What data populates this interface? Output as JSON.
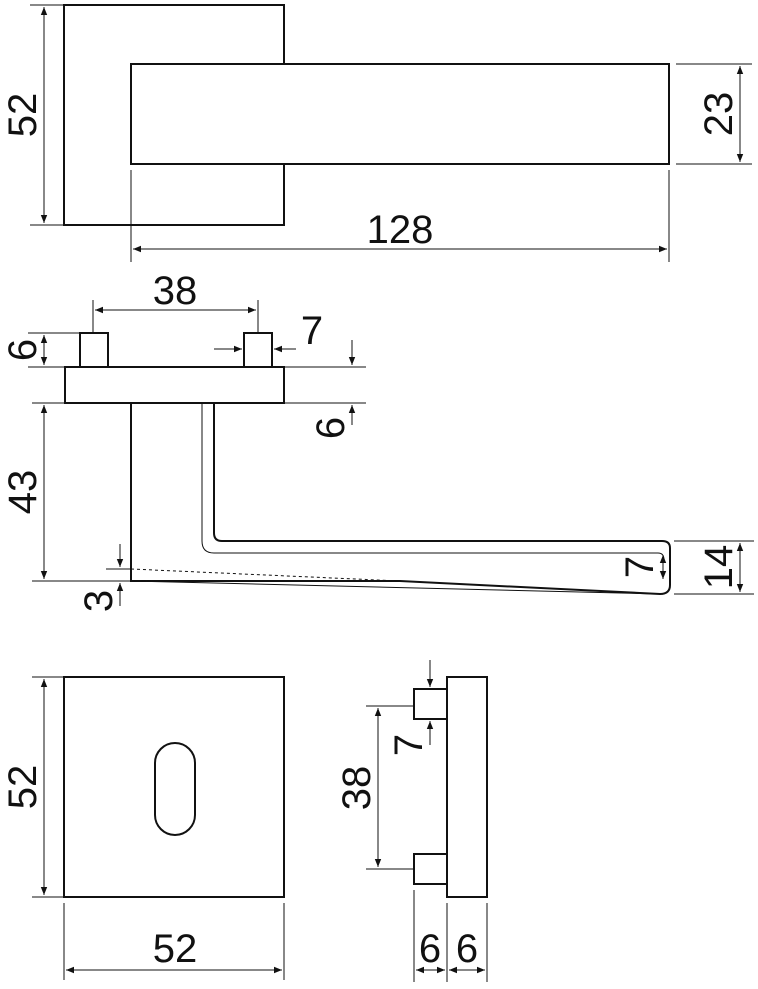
{
  "dimensions": {
    "rose_height": "52",
    "lever_thickness": "23",
    "lever_length": "128",
    "pin_spacing": "38",
    "pin_width": "7",
    "pin_height": "6",
    "rose_thickness": "6",
    "lever_drop": "43",
    "slope_offset": "3",
    "handle_end_height": "14",
    "handle_end_thickness": "7",
    "escutcheon_height": "52",
    "escutcheon_width": "52",
    "escutcheon_pin_spacing": "38",
    "escutcheon_pin_width": "7",
    "escutcheon_pin_depth": "6",
    "escutcheon_plate_depth": "6"
  }
}
